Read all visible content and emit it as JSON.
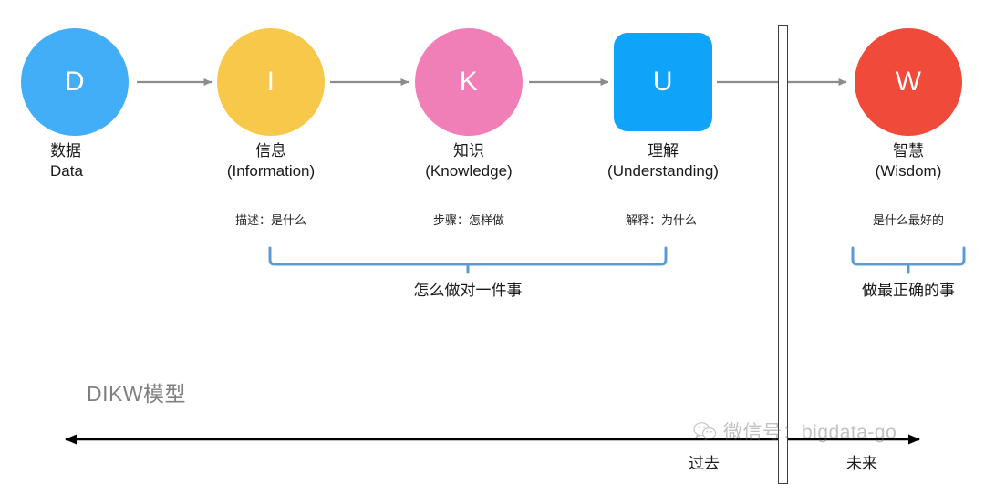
{
  "diagram": {
    "title": "DIKW模型",
    "nodes": [
      {
        "key": "D",
        "letter": "D",
        "shape": "circle",
        "color": "#43aef8",
        "label_cn": "数据",
        "label_en": "Data",
        "caption": ""
      },
      {
        "key": "I",
        "letter": "I",
        "shape": "circle",
        "color": "#f8c84b",
        "label_cn": "信息",
        "label_en": "(Information)",
        "caption": "描述：是什么"
      },
      {
        "key": "K",
        "letter": "K",
        "shape": "circle",
        "color": "#f07fb8",
        "label_cn": "知识",
        "label_en": "(Knowledge)",
        "caption": "步骤：怎样做"
      },
      {
        "key": "U",
        "letter": "U",
        "shape": "rounded-square",
        "color": "#0fa4f9",
        "label_cn": "理解",
        "label_en": "(Understanding)",
        "caption": "解释：为什么"
      },
      {
        "key": "W",
        "letter": "W",
        "shape": "circle",
        "color": "#ef4a3a",
        "label_cn": "智慧",
        "label_en": "(Wisdom)",
        "caption": "是什么最好的"
      }
    ],
    "braces": [
      {
        "key": "left",
        "label": "怎么做对一件事",
        "color": "#5b9bd5"
      },
      {
        "key": "right",
        "label": "做最正确的事",
        "color": "#5b9bd5"
      }
    ],
    "timeline": {
      "past_label": "过去",
      "future_label": "未来",
      "color": "#000000"
    },
    "arrow_color": "#8c8c8c",
    "divider_color": "#3d3d3d"
  },
  "watermark": {
    "text": "微信号：bigdata-go",
    "icon": "wechat-icon"
  }
}
